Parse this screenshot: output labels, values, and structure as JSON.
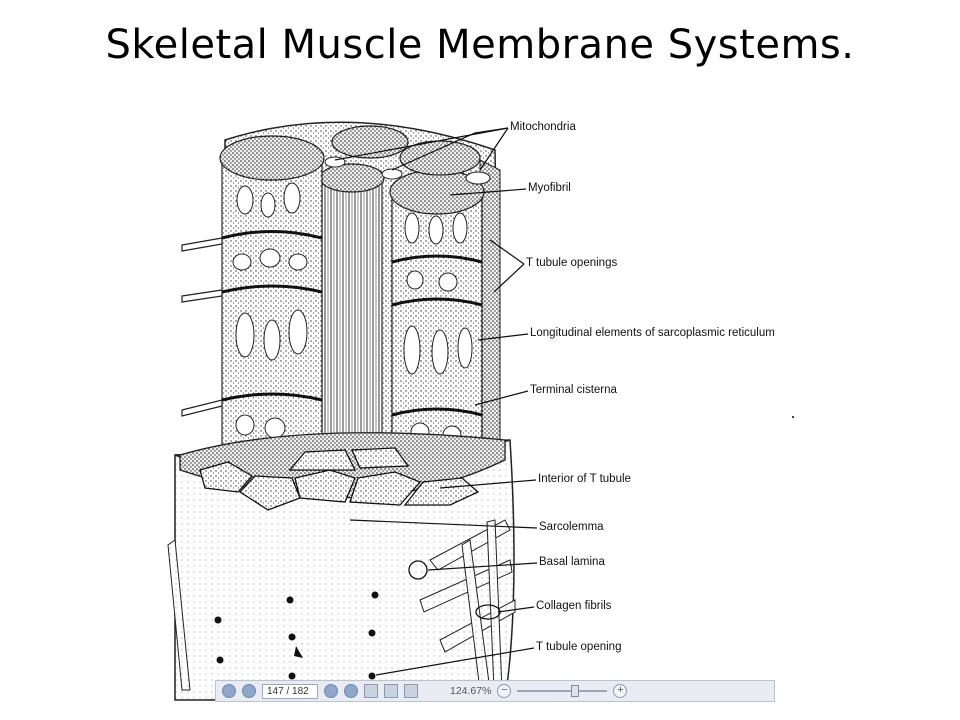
{
  "slide": {
    "title": "Skeletal Muscle Membrane Systems."
  },
  "labels": [
    {
      "id": "mitochondria",
      "text": "Mitochondria"
    },
    {
      "id": "myofibril",
      "text": "Myofibril"
    },
    {
      "id": "t-tubule-openings",
      "text": "T tubule openings"
    },
    {
      "id": "longitudinal-sr",
      "text": "Longitudinal elements of sarcoplasmic reticulum"
    },
    {
      "id": "terminal-cisterna",
      "text": "Terminal cisterna"
    },
    {
      "id": "interior-t-tubule",
      "text": "Interior of T tubule"
    },
    {
      "id": "sarcolemma",
      "text": "Sarcolemma"
    },
    {
      "id": "basal-lamina",
      "text": "Basal lamina"
    },
    {
      "id": "collagen-fibrils",
      "text": "Collagen fibrils"
    },
    {
      "id": "t-tubule-opening",
      "text": "T tubule opening"
    }
  ],
  "viewer": {
    "page_value": "147 / 182",
    "zoom": "124.67%",
    "zoom_out_symbol": "−",
    "zoom_in_symbol": "+"
  }
}
